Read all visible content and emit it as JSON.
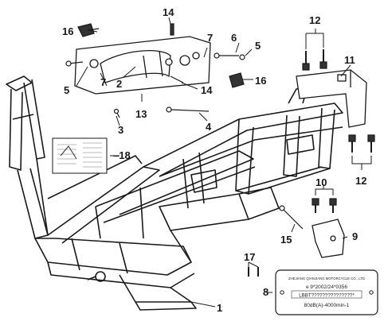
{
  "diagram": {
    "callouts": {
      "c1": "1",
      "c2": "2",
      "c3": "3",
      "c4": "4",
      "c5a": "5",
      "c5b": "5",
      "c6": "6",
      "c7a": "7",
      "c7b": "7",
      "c8": "8",
      "c9": "9",
      "c10": "10",
      "c11": "11",
      "c12a": "12",
      "c12b": "12",
      "c13": "13",
      "c14a": "14",
      "c14b": "14",
      "c15": "15",
      "c16a": "16",
      "c16b": "16",
      "c17": "17",
      "c18": "18"
    },
    "nameplate": {
      "line1": "ZHEJIANG QIANJIANG MOTORCYCLE CO., LTD",
      "line2": "e 9*2002/24*0356",
      "line3": "LBBT???????????????*",
      "line4": "80dB(A)-4000min-1"
    }
  }
}
